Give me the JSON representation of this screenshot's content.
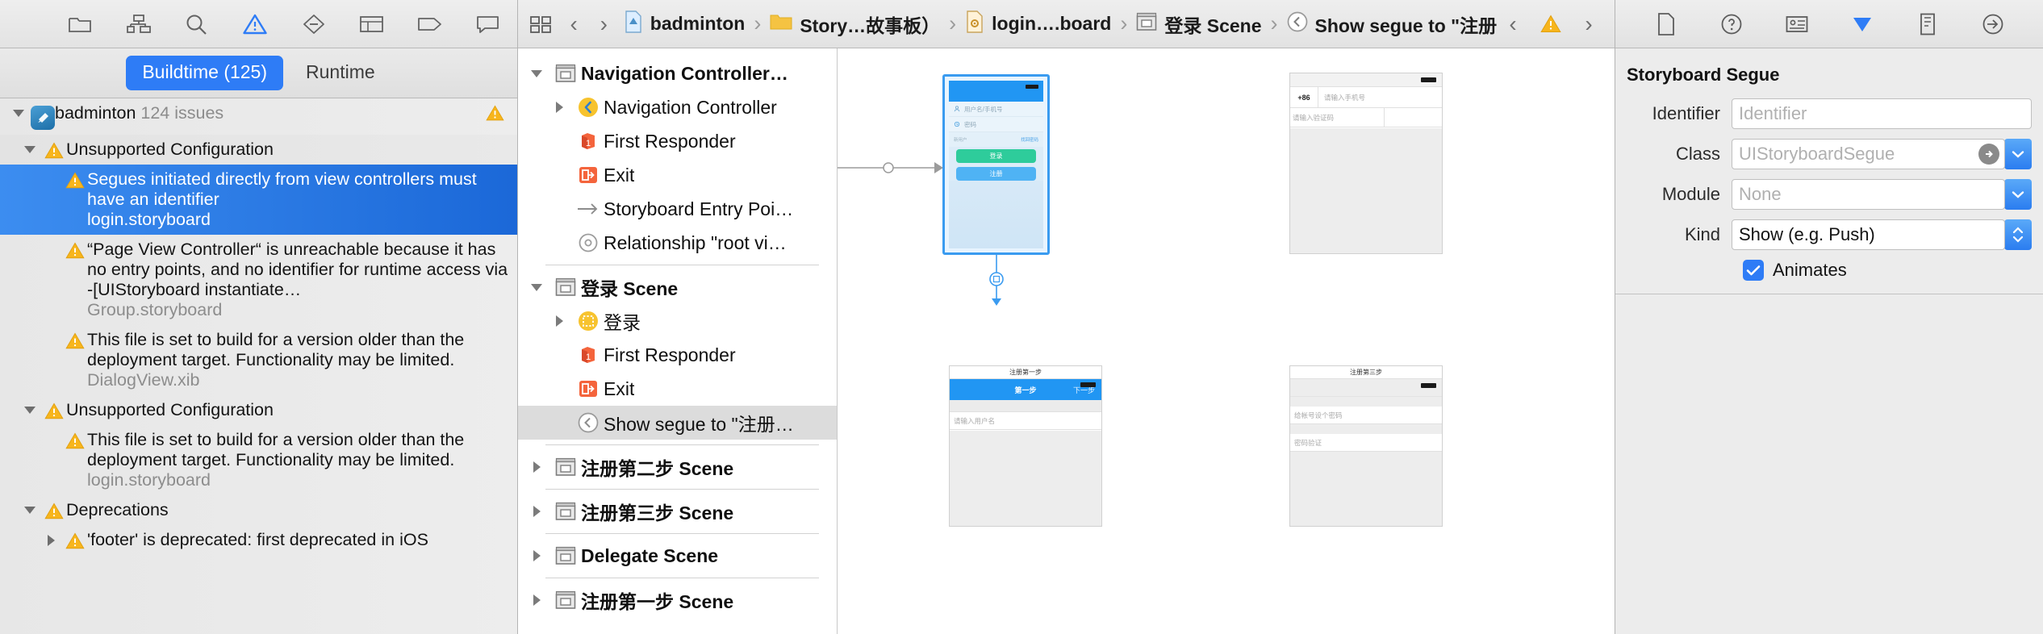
{
  "navigator": {
    "toolbar_icons": [
      "folder-icon",
      "hierarchy-icon",
      "search-icon",
      "warning-triangle-icon",
      "minus-diamond-icon",
      "list-icon",
      "tag-icon",
      "comment-icon"
    ],
    "filter": {
      "buildtime_label": "Buildtime (125)",
      "runtime_label": "Runtime"
    },
    "issues": [
      {
        "level": 0,
        "kind": "project",
        "twisty": "down",
        "icon": "badminton-app-icon",
        "label": "badminton",
        "count": "124 issues",
        "bold": false,
        "trailing_warning": true,
        "selected": false,
        "sub": ""
      },
      {
        "level": 1,
        "kind": "group",
        "twisty": "down",
        "icon": "warning-triangle-icon",
        "label": "Unsupported Configuration",
        "count": "",
        "bold": false,
        "trailing_warning": false,
        "selected": false,
        "sub": "",
        "header": true
      },
      {
        "level": 2,
        "kind": "issue",
        "twisty": "none",
        "icon": "warning-triangle-icon",
        "label": "Segues initiated directly from view controllers must have an identifier",
        "sub": "login.storyboard",
        "selected": true,
        "count": "",
        "bold": false,
        "trailing_warning": false
      },
      {
        "level": 2,
        "kind": "issue",
        "twisty": "none",
        "icon": "warning-triangle-icon",
        "label": "“Page View Controller“ is unreachable because it has no entry points, and no identifier for runtime access via -[UIStoryboard instantiate…",
        "sub": "Group.storyboard",
        "selected": false,
        "count": "",
        "bold": false,
        "trailing_warning": false
      },
      {
        "level": 2,
        "kind": "issue",
        "twisty": "none",
        "icon": "warning-triangle-icon",
        "label": "This file is set to build for a version older than the deployment target. Functionality may be limited.",
        "sub": "DialogView.xib",
        "selected": false,
        "count": "",
        "bold": false,
        "trailing_warning": false
      },
      {
        "level": 1,
        "kind": "group",
        "twisty": "down",
        "icon": "warning-triangle-icon",
        "label": "Unsupported Configuration",
        "count": "",
        "bold": false,
        "trailing_warning": false,
        "selected": false,
        "sub": ""
      },
      {
        "level": 2,
        "kind": "issue",
        "twisty": "none",
        "icon": "warning-triangle-icon",
        "label": "This file is set to build for a version older than the deployment target. Functionality may be limited.",
        "sub": "login.storyboard",
        "selected": false,
        "count": "",
        "bold": false,
        "trailing_warning": false
      },
      {
        "level": 1,
        "kind": "group",
        "twisty": "down",
        "icon": "warning-triangle-icon",
        "label": "Deprecations",
        "count": "",
        "bold": false,
        "trailing_warning": false,
        "selected": false,
        "sub": ""
      },
      {
        "level": 2,
        "kind": "issue",
        "twisty": "right",
        "icon": "warning-triangle-icon",
        "label": "'footer' is deprecated: first deprecated in iOS",
        "sub": "",
        "selected": false,
        "count": "",
        "bold": false,
        "trailing_warning": false
      }
    ]
  },
  "jumpbar": {
    "related_items_icon": "related-files-icon",
    "back_label": "‹",
    "forward_label": "›",
    "crumbs": [
      {
        "icon": "project-file-icon",
        "label": "badminton"
      },
      {
        "icon": "folder-icon",
        "label": "Story…故事板）"
      },
      {
        "icon": "storyboard-file-icon",
        "label": "login….board"
      },
      {
        "icon": "scene-icon",
        "label": "登录 Scene"
      },
      {
        "icon": "segue-icon",
        "label": "Show segue to \"注册第一步\""
      }
    ],
    "tail_icons": [
      "chevron-left-icon",
      "warning-triangle-icon",
      "chevron-right-icon"
    ]
  },
  "outline": {
    "rows": [
      {
        "indent": 0,
        "twisty": "down",
        "icon": "scene-icon",
        "label": "Navigation Controller…",
        "bold": true,
        "selected": false
      },
      {
        "indent": 1,
        "twisty": "right",
        "icon": "viewcontroller-yellow-icon",
        "label": "Navigation Controller",
        "bold": false,
        "selected": false
      },
      {
        "indent": 1,
        "twisty": "none",
        "icon": "first-responder-icon",
        "label": "First Responder",
        "bold": false,
        "selected": false
      },
      {
        "indent": 1,
        "twisty": "none",
        "icon": "exit-icon",
        "label": "Exit",
        "bold": false,
        "selected": false
      },
      {
        "indent": 1,
        "twisty": "none",
        "icon": "entry-point-arrow-icon",
        "label": "Storyboard Entry Poi…",
        "bold": false,
        "selected": false
      },
      {
        "indent": 1,
        "twisty": "none",
        "icon": "relationship-icon",
        "label": "Relationship \"root vi…",
        "bold": false,
        "selected": false
      },
      {
        "divider": true
      },
      {
        "indent": 0,
        "twisty": "down",
        "icon": "scene-icon",
        "label": "登录 Scene",
        "bold": true,
        "selected": false
      },
      {
        "indent": 1,
        "twisty": "right",
        "icon": "viewcontroller-dashed-icon",
        "label": "登录",
        "bold": false,
        "selected": false
      },
      {
        "indent": 1,
        "twisty": "none",
        "icon": "first-responder-icon",
        "label": "First Responder",
        "bold": false,
        "selected": false
      },
      {
        "indent": 1,
        "twisty": "none",
        "icon": "exit-icon",
        "label": "Exit",
        "bold": false,
        "selected": false
      },
      {
        "indent": 1,
        "twisty": "none",
        "icon": "segue-icon",
        "label": "Show segue to \"注册…",
        "bold": false,
        "selected": true
      },
      {
        "divider": true
      },
      {
        "indent": 0,
        "twisty": "right",
        "icon": "scene-icon",
        "label": "注册第二步 Scene",
        "bold": true,
        "selected": false
      },
      {
        "divider": true
      },
      {
        "indent": 0,
        "twisty": "right",
        "icon": "scene-icon",
        "label": "注册第三步 Scene",
        "bold": true,
        "selected": false
      },
      {
        "divider": true
      },
      {
        "indent": 0,
        "twisty": "right",
        "icon": "scene-icon",
        "label": "Delegate Scene",
        "bold": true,
        "selected": false
      },
      {
        "divider": true
      },
      {
        "indent": 0,
        "twisty": "right",
        "icon": "scene-icon",
        "label": "注册第一步 Scene",
        "bold": true,
        "selected": false
      }
    ]
  },
  "canvas": {
    "login_scene": {
      "username_placeholder": "用户名/手机号",
      "password_placeholder": "密码",
      "new_user_label": "新用户",
      "forgot_label": "找回密码",
      "login_button": "登录",
      "register_button": "注册"
    },
    "step2_scene": {
      "country_code": "+86",
      "phone_placeholder": "请输入手机号",
      "code_placeholder": "请输入验证码"
    },
    "step1_scene": {
      "title": "注册第一步",
      "nav_title": "第一步",
      "nav_next": "下一步",
      "username_placeholder": "请输入用户名"
    },
    "step3_scene": {
      "title": "注册第三步",
      "password_placeholder": "给帐号设个密码",
      "confirm_placeholder": "密码验证"
    }
  },
  "inspector": {
    "toolbar_icons": [
      "file-inspector-icon",
      "quick-help-icon",
      "identity-inspector-icon",
      "attributes-inspector-icon",
      "size-inspector-icon",
      "connections-inspector-icon"
    ],
    "title": "Storyboard Segue",
    "fields": {
      "identifier_label": "Identifier",
      "identifier_placeholder": "Identifier",
      "identifier_value": "",
      "class_label": "Class",
      "class_placeholder": "UIStoryboardSegue",
      "class_value": "",
      "module_label": "Module",
      "module_placeholder": "None",
      "module_value": "",
      "kind_label": "Kind",
      "kind_value": "Show (e.g. Push)",
      "animates_label": "Animates",
      "animates_checked": true
    }
  },
  "colors": {
    "accent_blue": "#2e7cf6",
    "selection_blue": "#1b68d8",
    "warning_yellow": "#f7b51c",
    "orange": "#f06a3c",
    "green": "#2ecc9b"
  }
}
